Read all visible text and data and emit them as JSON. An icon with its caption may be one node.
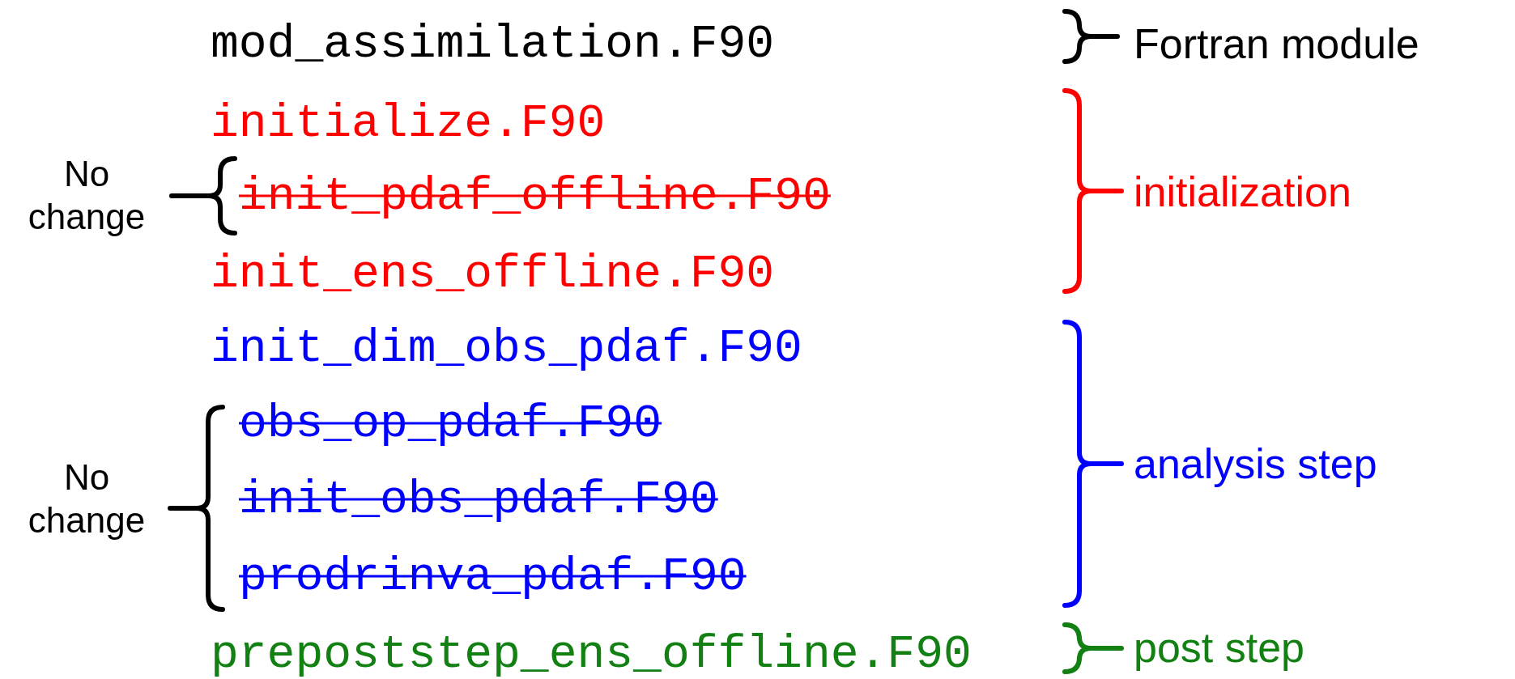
{
  "diagram": {
    "labels": [
      "mod_assimilation.F90",
      "Fortran module",
      "initialize.F90",
      "No change",
      "init_pdaf_offline.F90",
      "initialization",
      "init_ens_offline.F90",
      "init_dim_obs_pdaf.F90",
      "obs_op_pdaf.F90",
      "No change",
      "analysis step",
      "init_obs_pdaf.F90",
      "prodrinva_pdaf.F90",
      "prepoststep_ens_offline.F90",
      "post step"
    ]
  }
}
